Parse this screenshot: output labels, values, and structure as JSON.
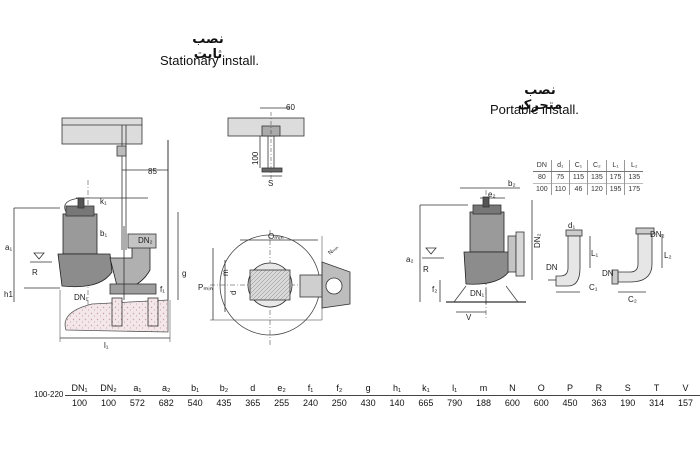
{
  "titles": {
    "stationary_fa": "نصب ثابت",
    "stationary_en": "Stationary install.",
    "portable_fa": "نصب متحرک",
    "portable_en": "Portable install."
  },
  "stationary_labels": {
    "dim_60": "60",
    "dim_85": "85",
    "dim_100": "100",
    "S": "S",
    "k1": "k₁",
    "b1": "b₁",
    "a1": "a₁",
    "R": "R",
    "h1": "h1",
    "DN2": "DN₂",
    "DN1": "DN₁",
    "f1": "f₁",
    "g": "g",
    "l1": "l₁",
    "O_min": "Oₘᵢₙ",
    "N_min": "Nₘᵢₙ",
    "m": "m",
    "d": "d",
    "P_min": "Pₘᵢₙ"
  },
  "portable_labels": {
    "b2": "b₂",
    "e2": "e₂",
    "a2": "a₂",
    "R": "R",
    "f2": "f₂",
    "DN1": "DN₁",
    "DN2": "DN₂",
    "V": "V",
    "d1": "d₁",
    "DN": "DN",
    "L1": "L₁",
    "C1": "C₁",
    "L2": "L₂",
    "C2": "C₂"
  },
  "elbow_table": {
    "headers": [
      "DN",
      "d₁",
      "C₁",
      "C₂",
      "L₁",
      "L₂"
    ],
    "rows": [
      [
        "80",
        "75",
        "115",
        "135",
        "175",
        "135"
      ],
      [
        "100",
        "110",
        "46",
        "120",
        "195",
        "175"
      ]
    ]
  },
  "main_table": {
    "model": "100-220",
    "headers": [
      "DN₁",
      "DN₂",
      "a₁",
      "a₂",
      "b₁",
      "b₂",
      "d",
      "e₂",
      "f₁",
      "f₂",
      "g",
      "h₁",
      "k₁",
      "l₁",
      "m",
      "N",
      "O",
      "P",
      "R",
      "S",
      "T",
      "V"
    ],
    "values": [
      "100",
      "100",
      "572",
      "682",
      "540",
      "435",
      "365",
      "255",
      "240",
      "250",
      "430",
      "140",
      "665",
      "790",
      "188",
      "600",
      "600",
      "450",
      "363",
      "190",
      "314",
      "157"
    ]
  }
}
